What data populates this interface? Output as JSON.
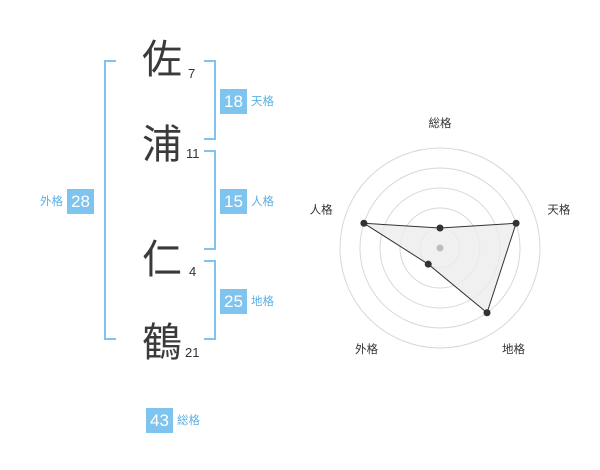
{
  "name": {
    "chars": [
      {
        "char": "佐",
        "strokes": "7"
      },
      {
        "char": "浦",
        "strokes": "11"
      },
      {
        "char": "仁",
        "strokes": "4"
      },
      {
        "char": "鶴",
        "strokes": "21"
      }
    ]
  },
  "scores": {
    "tenkaku": {
      "value": "18",
      "label": "天格"
    },
    "jinkaku": {
      "value": "15",
      "label": "人格"
    },
    "chikaku": {
      "value": "25",
      "label": "地格"
    },
    "gaikaku": {
      "value": "28",
      "label": "外格"
    },
    "soukaku": {
      "value": "43",
      "label": "総格"
    }
  },
  "radar": {
    "axes": [
      "総格",
      "天格",
      "地格",
      "外格",
      "人格"
    ],
    "levels": 5,
    "values": [
      1,
      4,
      4,
      1,
      4
    ],
    "max": 5,
    "colors": {
      "grid": "#d8d8d8",
      "fill": "#ececec",
      "stroke": "#333333",
      "point": "#333333",
      "center": "#bdbdbd"
    }
  },
  "colors": {
    "accent": "#7fc4ee",
    "accent_text": "#5ab0e6"
  }
}
